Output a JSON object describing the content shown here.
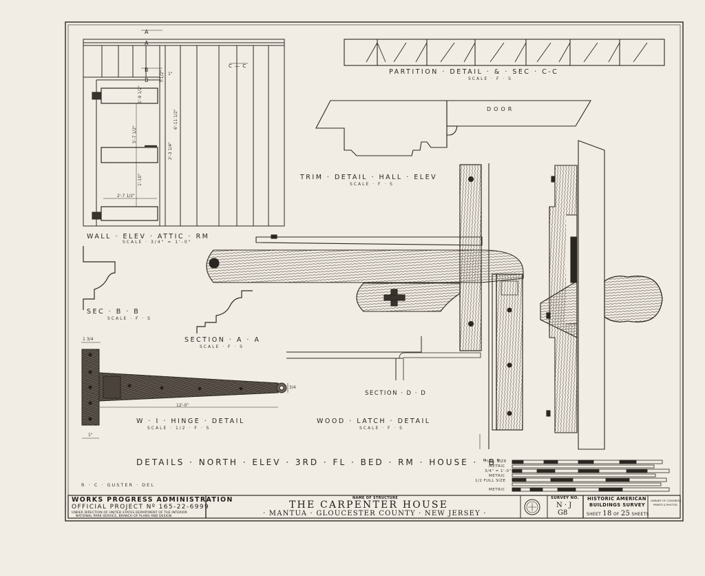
{
  "drawing": {
    "partition_title": "PARTITION · DETAIL · & · SEC · C-C",
    "partition_scale": "SCALE · F · S",
    "door_label": "DOOR",
    "trim_title": "TRIM · DETAIL · HALL · ELEV",
    "trim_scale": "SCALE · F · S",
    "wall_title": "WALL · ELEV · ATTIC · RM",
    "wall_scale": "SCALE · 3/4\" = 1'-0\"",
    "sec_bb_title": "SEC · B · B",
    "sec_bb_scale": "SCALE · F · S",
    "sec_aa_title": "SECTION · A · A",
    "sec_aa_scale": "SCALE · F · S",
    "hinge_title": "W · I · HINGE · DETAIL",
    "hinge_scale": "SCALE · 1/2 · F · S",
    "sec_dd_title": "SECTION · D · D",
    "latch_title": "WOOD · LATCH · DETAIL",
    "latch_scale": "SCALE · F · S",
    "main_title": "DETAILS · NORTH · ELEV · 3RD · FL · BED · RM · HOUSE · \"B\"",
    "delineator": "R · C · GUSTER · DEL",
    "cc_mark": "C — C",
    "section_marks": {
      "a": "A",
      "b": "B"
    },
    "dims": {
      "hinge_width": "1 3/4",
      "hinge_length": "12'-0\"",
      "hinge_knob": "3/4",
      "hinge_bottom": "1\"",
      "wall_total": "6'-11 1/2\"",
      "wall_mid": "5'-7 1/2\"",
      "wall_bottom": "2'-7 1/2\"",
      "wall_a": "1'-9 1/2\"",
      "wall_b": "1'-10\"",
      "wall_c": "7 1/2\"",
      "wall_d": "1\"",
      "wall_e": "2'-3 1/4\""
    },
    "scales": [
      {
        "label": "FULL SIZE",
        "end": ""
      },
      {
        "label": "METRIC",
        "end": ""
      },
      {
        "label": "3/4\" = 1'-0\"",
        "end": ""
      },
      {
        "label": "METRIC",
        "end": ""
      },
      {
        "label": "1/2 FULL SIZE",
        "end": ""
      },
      {
        "label": "METRIC",
        "end": ""
      }
    ]
  },
  "titleblock": {
    "wpa_line1": "WORKS PROGRESS ADMINISTRATION",
    "wpa_line2": "OFFICIAL PROJECT Nº 165-22-6999",
    "wpa_line3": "UNDER DIRECTION OF UNITED STATES DEPARTMENT OF THE INTERIOR",
    "wpa_line4": "NATIONAL PARK SERVICE, BRANCH OF PLANS AND DESIGN",
    "name_label": "NAME OF STRUCTURE",
    "structure_name": "THE CARPENTER HOUSE",
    "location": "· MANTUA · GLOUCESTER COUNTY · NEW JERSEY ·",
    "survey_label": "SURVEY NO.",
    "survey_state": "N · J",
    "survey_num": "G8",
    "habs_line1": "HISTORIC AMERICAN",
    "habs_line2": "BUILDINGS SURVEY",
    "sheet_word": "SHEET",
    "sheet_num": "18",
    "sheet_of": "OF",
    "sheet_total": "25",
    "sheets_word": "SHEETS",
    "loc_line1": "LIBRARY OF CONGRESS",
    "loc_line2": "PRINTS & PHOTOS"
  }
}
